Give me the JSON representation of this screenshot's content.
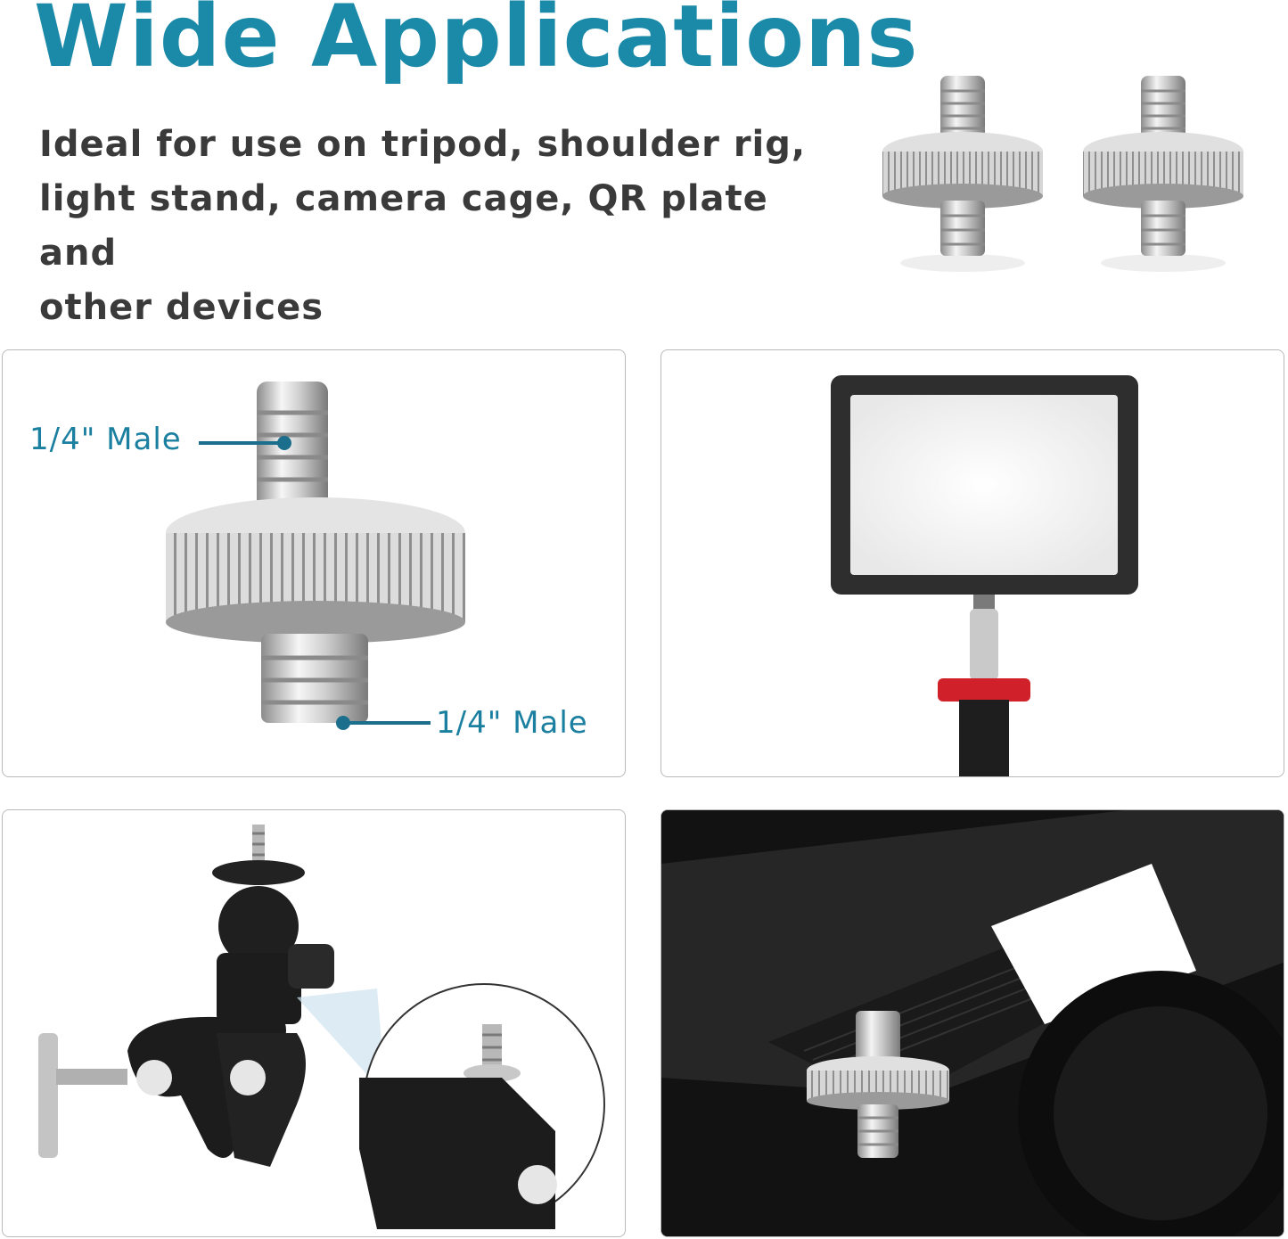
{
  "header": {
    "title": "Wide Applications",
    "description_lines": [
      "Ideal for use on tripod, shoulder rig,",
      "light stand, camera cage, QR plate and",
      "other devices"
    ]
  },
  "callouts": {
    "top_label": "1/4\" Male",
    "bottom_label": "1/4\" Male"
  },
  "colors": {
    "accent": "#1b8aa8",
    "text": "#3a3a3a",
    "panel_border": "#b9b9b9"
  }
}
